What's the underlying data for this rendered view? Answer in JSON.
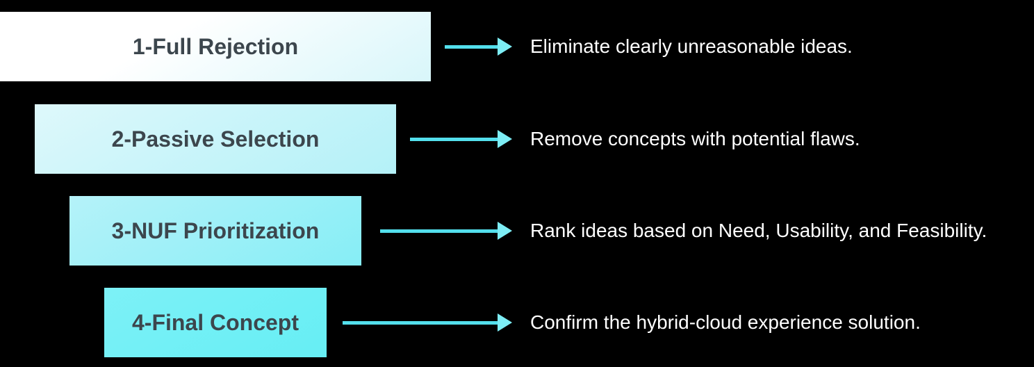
{
  "colors": {
    "background": "#000000",
    "arrow-shaft": "#53dfec",
    "arrow-head": "#7dedf5",
    "label-text": "#3c464d",
    "description-text": "#ffffff",
    "box1-start": "#ffffff",
    "box1-end": "#d8f6fa",
    "box2-start": "#def8fb",
    "box2-end": "#b4f1f8",
    "box3-start": "#b5f2f9",
    "box3-end": "#86eef6",
    "box4-start": "#7df1f7",
    "box4-end": "#66eef4"
  },
  "steps": [
    {
      "label": "1-Full Rejection",
      "description": "Eliminate clearly unreasonable ideas."
    },
    {
      "label": "2-Passive Selection",
      "description": "Remove concepts with potential flaws."
    },
    {
      "label": "3-NUF Prioritization",
      "description": "Rank ideas based on Need, Usability, and Feasibility."
    },
    {
      "label": "4-Final Concept",
      "description": "Confirm the hybrid-cloud experience solution."
    }
  ]
}
